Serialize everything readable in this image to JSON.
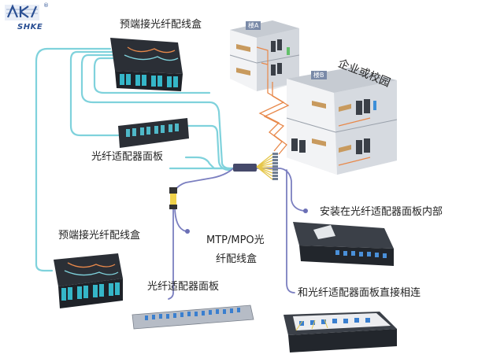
{
  "brand": {
    "logo_text": "SHKE",
    "registered": "®"
  },
  "labels": {
    "box_top": "预端接光纤配线盒",
    "panel_upper": "光纤适配器面板",
    "install": "安装在光纤适配器面板内部",
    "box_bottom": "预端接光纤配线盒",
    "mtp_line1": "MTP/MPO光",
    "mtp_line2": "纤配线盒",
    "panel_lower": "光纤适配器面板",
    "direct": "和光纤适配器面板直接相连"
  },
  "buildings": {
    "a": "楼A",
    "b": "楼B",
    "campus": "企业或校园"
  },
  "colors": {
    "aqua_cable": "#7fd2dc",
    "purple_cable": "#7b7fc0",
    "orange_cable": "#e8884a",
    "logo_blue": "#2a4f93",
    "equipment_dark": "#2b2f36",
    "port_aqua": "#35b6c8"
  }
}
